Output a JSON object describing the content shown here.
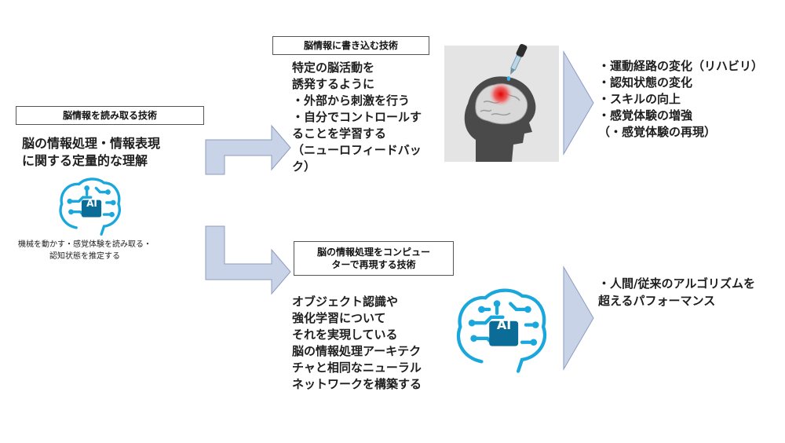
{
  "read_tech": {
    "title": "脳情報を読み取る技術",
    "description": [
      "脳の情報処理・情報表現",
      "に関する定量的な理解"
    ],
    "caption": [
      "機械を動かす・感覚体験を読み取る・",
      "認知状態を推定する"
    ],
    "chip_label": "AI"
  },
  "write_tech": {
    "title": "脳情報に書き込む技術",
    "body": [
      "特定の脳活動を",
      "誘発するように",
      "・外部から刺激を行う",
      "・自分でコントロールす",
      "ることを学習する",
      "（ニューロフィードバッ",
      "ク）"
    ],
    "results": [
      "・運動経路の変化（リハビリ）",
      "・認知状態の変化",
      "・スキルの向上",
      "・感覚体験の増強",
      "（・感覚体験の再現）"
    ]
  },
  "computer_tech": {
    "title": [
      "脳の情報処理をコンピュー",
      "ターで再現する技術"
    ],
    "body": [
      "オブジェクト認識や",
      "強化学習について",
      "それを実現している",
      "脳の情報処理アーキテク",
      "チャと相同なニューラル",
      "ネットワークを構築する"
    ],
    "results": [
      "・人間/従来のアルゴリズムを",
      "超えるパフォーマンス"
    ],
    "chip_label": "AI"
  },
  "colors": {
    "arrow_fill": "#c9d3e8",
    "arrow_stroke": "#8d9cc0",
    "circuit_blue": "#1aa7dc",
    "circuit_dark": "#0b6c98",
    "photo_bg": "#e4e4e4",
    "head": "#4a4a4a",
    "brain": "#d8d8d8",
    "hotspot": "#e00000"
  }
}
